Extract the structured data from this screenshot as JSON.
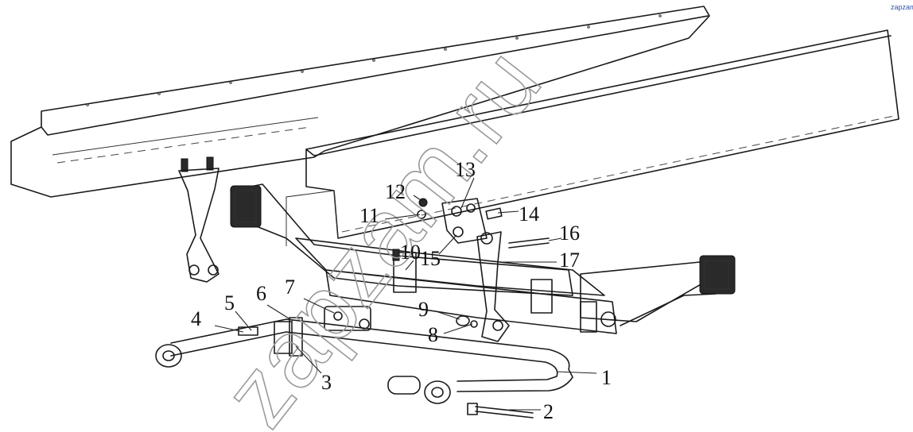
{
  "watermark": {
    "text": "zapzam.ru",
    "corner_text": "zapzam"
  },
  "labels": {
    "p1": "1",
    "p2": "2",
    "p3": "3",
    "p4": "4",
    "p5": "5",
    "p6": "6",
    "p7": "7",
    "p8": "8",
    "p9": "9",
    "p10": "10",
    "p11": "11",
    "p12": "12",
    "p13": "13",
    "p14": "14",
    "p15": "15",
    "p16": "16",
    "p17": "17"
  },
  "colors": {
    "line": "#1a1a1a",
    "watermark": "#9a9a9a",
    "background": "#ffffff"
  }
}
